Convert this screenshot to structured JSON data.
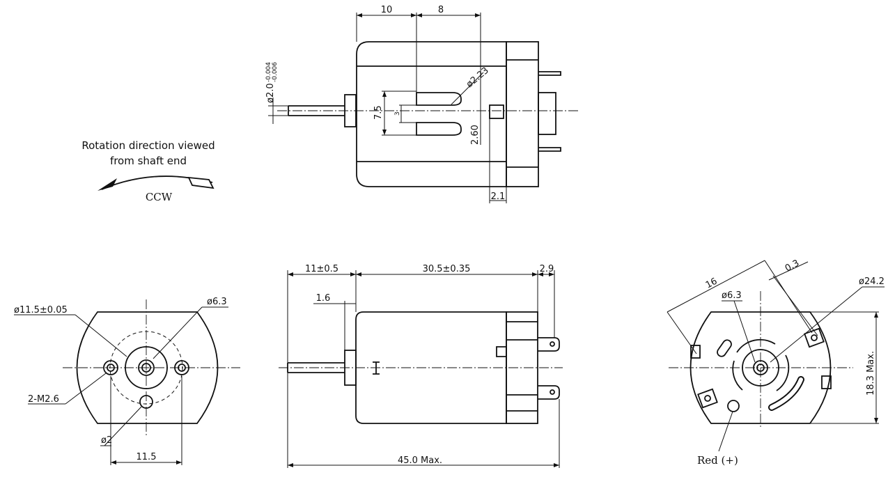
{
  "rotation_note": {
    "line1": "Rotation direction viewed",
    "line2": "from shaft end",
    "direction": "CCW"
  },
  "top_view": {
    "dim_10": "10",
    "dim_8": "8",
    "shaft_dia": "ø2.0",
    "shaft_tol_upper": "-0.004",
    "shaft_tol_lower": "-0.006",
    "vent_dia": "ø2.23",
    "dim_7_5": "7.5",
    "dim_3": "3",
    "dim_2_60": "2.60",
    "dim_2_1": "2.1"
  },
  "left_view": {
    "boss_dia": "ø11.5±0.05",
    "bore_dia": "ø6.3",
    "holes": "2-M2.6",
    "vent_dia": "ø2",
    "hole_spacing": "11.5"
  },
  "side_view": {
    "shaft_len": "11±0.5",
    "body_len": "30.5±0.35",
    "endcap_len": "2.9",
    "boss_len": "1.6",
    "overall_len": "45.0 Max."
  },
  "right_view": {
    "dim_16": "16",
    "dim_0_3": "0.3",
    "bore_dia": "ø6.3",
    "body_dia": "ø24.2",
    "height": "18.3 Max.",
    "terminal": "Red (+)"
  }
}
